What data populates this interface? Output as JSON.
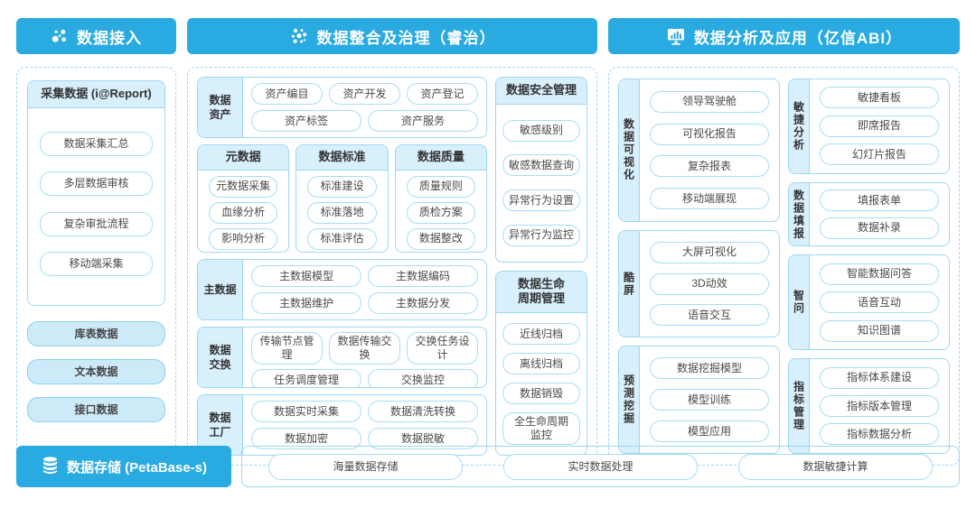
{
  "colors": {
    "accent_blue": "#29ABE2",
    "light_fill": "#D8EFFC",
    "line_blue": "#9ED7F3"
  },
  "headers": {
    "access": "数据接入",
    "governance": "数据整合及治理（睿治）",
    "analysis": "数据分析及应用（亿信ABI）"
  },
  "left": {
    "collect": {
      "title": "采集数据 (i@Report)",
      "items": [
        "数据采集汇总",
        "多层数据审核",
        "复杂审批流程",
        "移动端采集"
      ]
    },
    "sources": [
      "库表数据",
      "文本数据",
      "接口数据"
    ]
  },
  "mid": {
    "asset": {
      "label": "数据\n资产",
      "items": [
        [
          "资产编目",
          "资产开发",
          "资产登记"
        ],
        [
          "资产标签",
          "资产服务"
        ]
      ]
    },
    "groups": [
      {
        "title": "元数据",
        "items": [
          "元数据采集",
          "血缘分析",
          "影响分析"
        ]
      },
      {
        "title": "数据标准",
        "items": [
          "标准建设",
          "标准落地",
          "标准评估"
        ]
      },
      {
        "title": "数据质量",
        "items": [
          "质量规则",
          "质检方案",
          "数据整改"
        ]
      }
    ],
    "master": {
      "label": "主数据",
      "items": [
        [
          "主数据模型",
          "主数据编码"
        ],
        [
          "主数据维护",
          "主数据分发"
        ]
      ]
    },
    "exchange": {
      "label": "数据\n交换",
      "items": [
        [
          "传输节点管理",
          "数据传输交换",
          "交换任务设计"
        ],
        [
          "任务调度管理",
          "交换监控"
        ]
      ]
    },
    "factory": {
      "label": "数据\n工厂",
      "items": [
        [
          "数据实时采集",
          "数据清洗转换"
        ],
        [
          "数据加密",
          "数据脱敏"
        ]
      ]
    },
    "security": {
      "title": "数据安全管理",
      "items": [
        "敏感级别",
        "敏感数据查询",
        "异常行为设置",
        "异常行为监控"
      ]
    },
    "lifecycle": {
      "title": "数据生命\n周期管理",
      "items": [
        "近线归档",
        "离线归档",
        "数据销毁",
        "全生命周期\n监控"
      ]
    }
  },
  "right": {
    "visual": {
      "label": "数据可视化",
      "items": [
        "领导驾驶舱",
        "可视化报告",
        "复杂报表",
        "移动端展现"
      ]
    },
    "coolscreen": {
      "label": "酷屏",
      "items": [
        "大屏可视化",
        "3D动效",
        "语音交互"
      ]
    },
    "predict": {
      "label": "预测挖掘",
      "items": [
        "数据挖掘模型",
        "模型训练",
        "模型应用"
      ]
    },
    "agile": {
      "label": "敏捷分析",
      "items": [
        "敏捷看板",
        "即席报告",
        "幻灯片报告"
      ]
    },
    "fill": {
      "label": "数据填报",
      "items": [
        "填报表单",
        "数据补录"
      ]
    },
    "zhiwen": {
      "label": "智问",
      "items": [
        "智能数据问答",
        "语音互动",
        "知识图谱"
      ]
    },
    "indicator": {
      "label": "指标管理",
      "items": [
        "指标体系建设",
        "指标版本管理",
        "指标数据分析"
      ]
    }
  },
  "bottom": {
    "storage_label": "数据存储 (PetaBase-s)",
    "items": [
      "海量数据存储",
      "实时数据处理",
      "数据敏捷计算"
    ]
  }
}
